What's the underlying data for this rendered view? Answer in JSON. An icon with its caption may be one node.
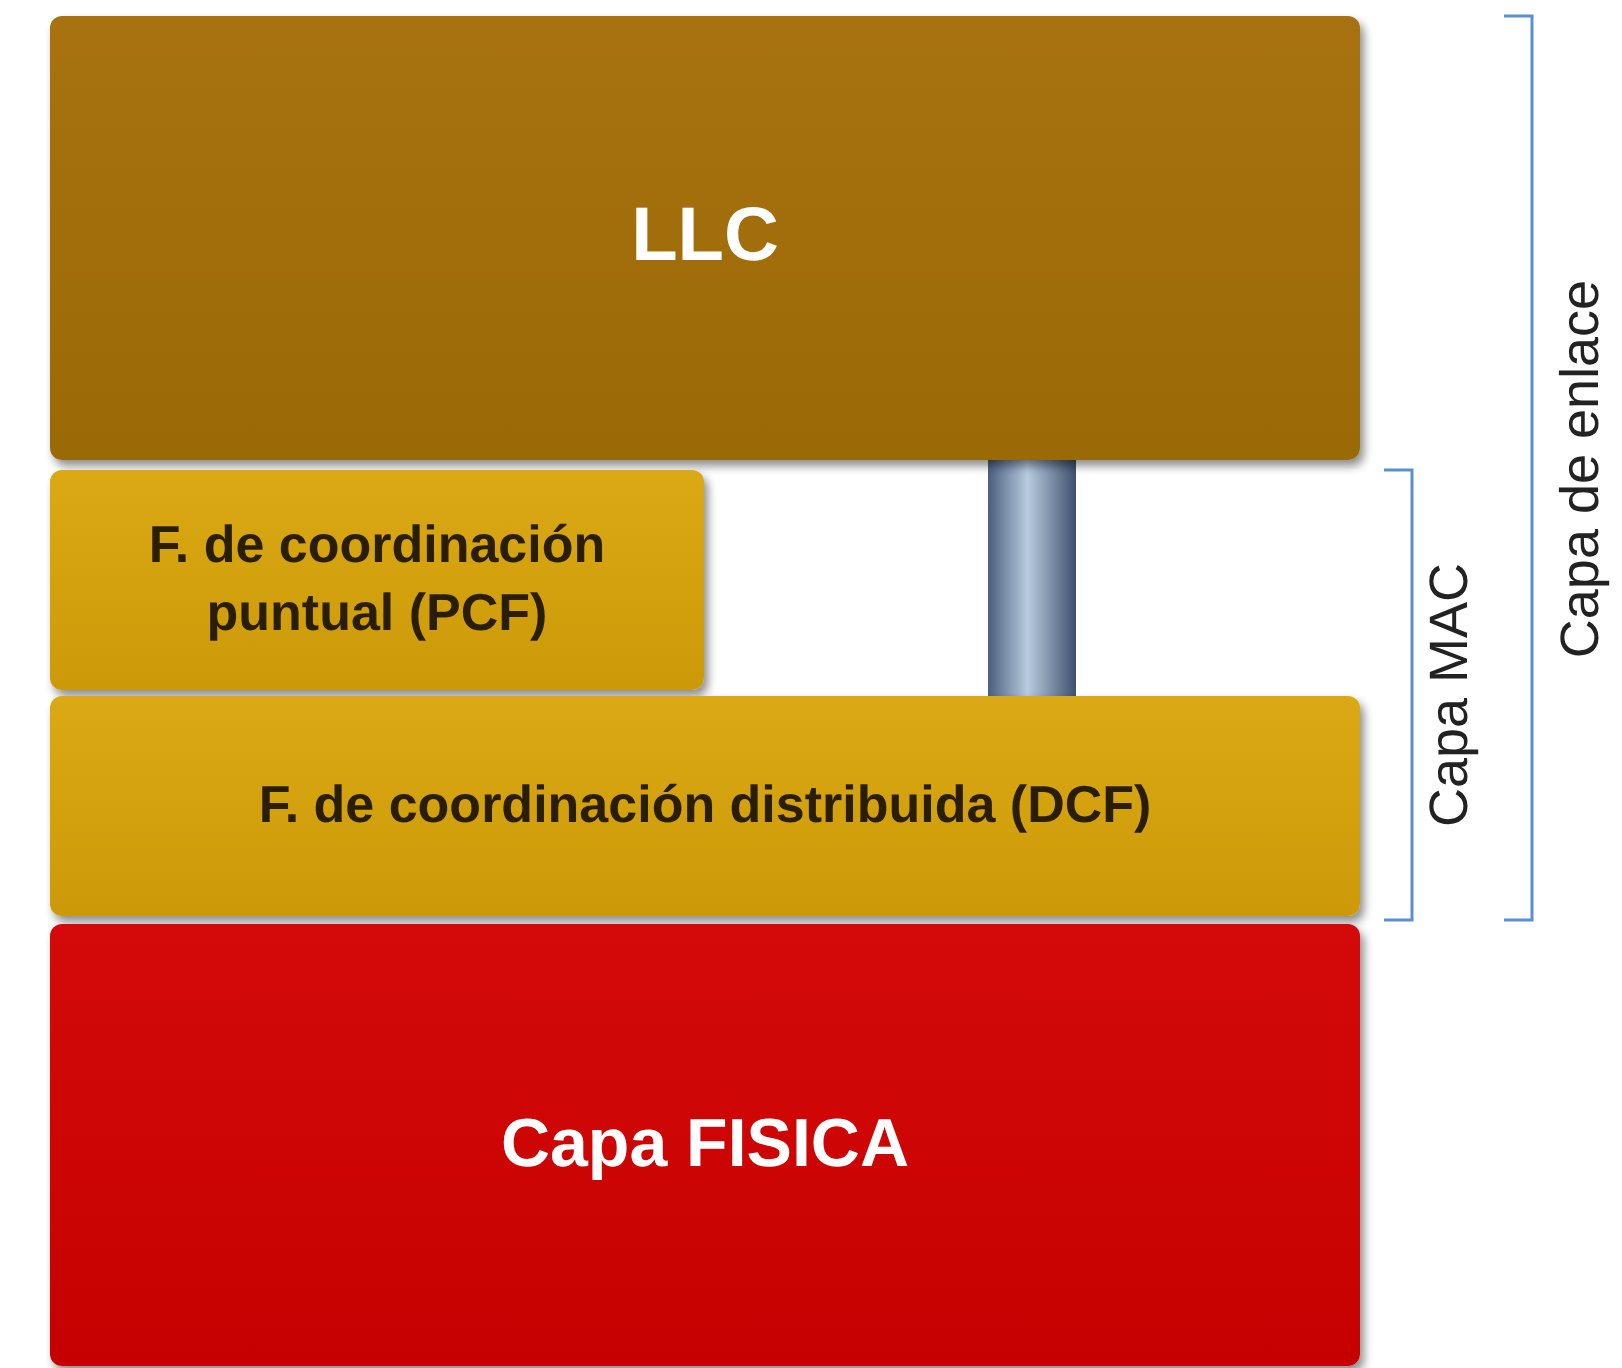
{
  "diagram": {
    "nodes": [
      {
        "text": [
          "LLC"
        ]
      },
      {
        "text": [
          "F. de coordinación puntual (PCF)"
        ]
      },
      {
        "text": [
          "F. de coordinación distribuida (DCF)"
        ]
      },
      {
        "text": [
          "Capa FISICA"
        ]
      }
    ],
    "edges": [
      {
        "from": 0,
        "to": 2,
        "arrow": "none",
        "style": "thick"
      }
    ],
    "labels": [
      "Capa MAC",
      "Capa de enlace"
    ]
  }
}
